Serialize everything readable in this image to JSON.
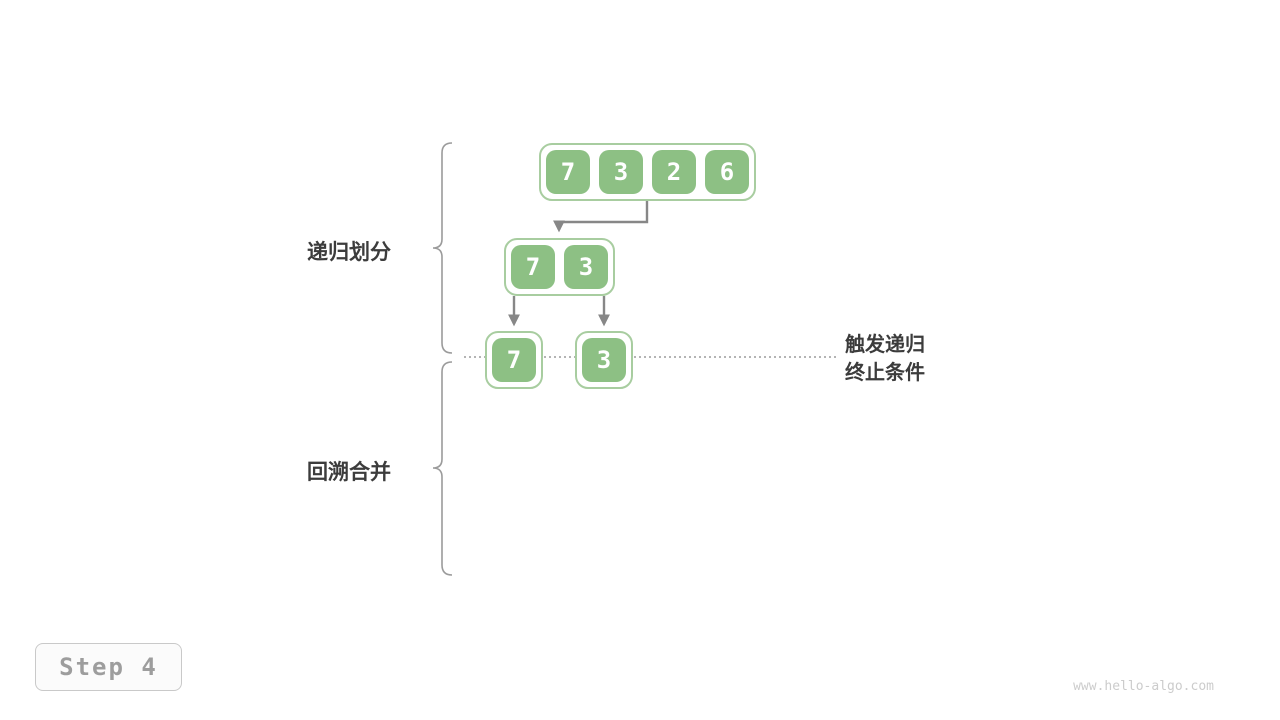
{
  "labels": {
    "recursive_divide": "递归划分",
    "backtrack_merge": "回溯合并",
    "termination_note_line1": "触发递归",
    "termination_note_line2": "终止条件"
  },
  "levels": [
    {
      "name": "level-1",
      "values": [
        "7",
        "3",
        "2",
        "6"
      ]
    },
    {
      "name": "level-2",
      "values": [
        "7",
        "3"
      ]
    },
    {
      "name": "level-3-left",
      "values": [
        "7"
      ]
    },
    {
      "name": "level-3-right",
      "values": [
        "3"
      ]
    }
  ],
  "step_badge": "Step 4",
  "watermark": "www.hello-algo.com",
  "colors": {
    "cell_fill": "#8dc084",
    "cell_container_border": "#a8cda0",
    "arrow": "#878787",
    "brace": "#9b9b9b",
    "dotted_line": "#9b9b9b",
    "label_text": "#3c3c3c",
    "step_text": "#9d9d9d",
    "step_border": "#c9c9c9",
    "watermark_text": "#cccccc"
  }
}
